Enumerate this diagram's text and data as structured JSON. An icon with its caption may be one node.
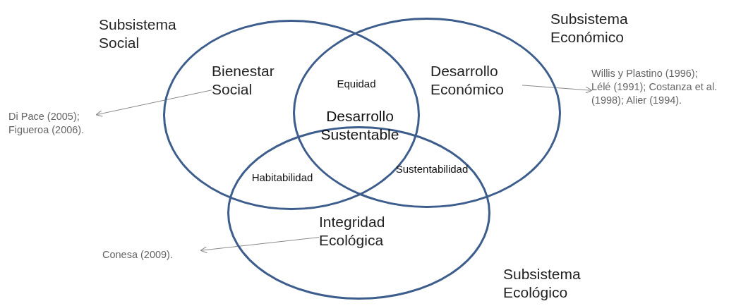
{
  "diagram": {
    "nodes": [
      {
        "text": [
          "Subsistema Social"
        ]
      },
      {
        "text": [
          "Bienestar Social"
        ],
        "in": 0
      },
      {
        "text": [
          "Subsistema Económico"
        ]
      },
      {
        "text": [
          "Desarrollo Económico"
        ],
        "in": 2
      },
      {
        "text": [
          "Subsistema Ecológico"
        ]
      },
      {
        "text": [
          "Integridad Ecológica"
        ],
        "in": 4
      },
      {
        "text": [
          "Di Pace (2005); Figueroa (2006)."
        ]
      },
      {
        "text": [
          "Willis y Plastino (1996); Lélé (1991); Costanza et al. (1998); Alier (1994)."
        ]
      },
      {
        "text": [
          "Conesa (2009)."
        ]
      }
    ],
    "edges": [
      {
        "from": 1,
        "to": 6,
        "arrow": "to"
      },
      {
        "from": 3,
        "to": 7,
        "arrow": "to"
      },
      {
        "from": 5,
        "to": 8,
        "arrow": "to"
      }
    ],
    "labels": [
      "Equidad",
      "Desarrollo Sustentable",
      "Habitabilidad",
      "Sustentabilidad"
    ]
  }
}
